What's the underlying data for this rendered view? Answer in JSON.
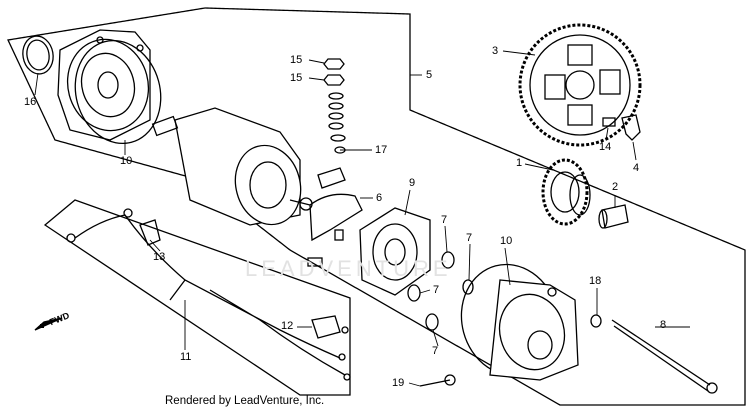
{
  "diagram": {
    "callouts": {
      "c1": "1",
      "c2": "2",
      "c3": "3",
      "c4": "4",
      "c5": "5",
      "c6": "6",
      "c7a": "7",
      "c7b": "7",
      "c7c": "7",
      "c7d": "7",
      "c8": "8",
      "c9": "9",
      "c10a": "10",
      "c10b": "10",
      "c11": "11",
      "c12": "12",
      "c13": "13",
      "c14": "14",
      "c15a": "15",
      "c15b": "15",
      "c16": "16",
      "c17": "17",
      "c18": "18",
      "c19": "19"
    },
    "direction_label": "FWD",
    "footer": "Rendered by LeadVenture, Inc.",
    "watermark": "LEADVENTURE"
  }
}
